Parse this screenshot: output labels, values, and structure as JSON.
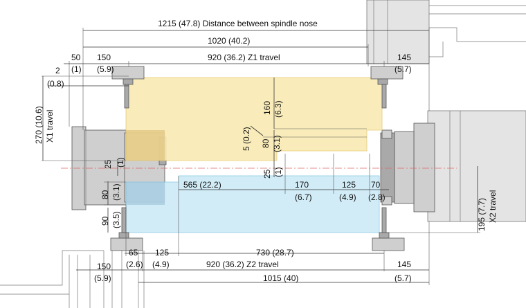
{
  "dimensions": {
    "spindle_nose_distance": "1215 (47.8) Distance between spindle nose",
    "d1020": "1020 (40.2)",
    "d50": "50",
    "d50_in": "(1)",
    "d150_top": "150",
    "d150_top_in": "(5.9)",
    "z1_travel": "920 (36.2) Z1 travel",
    "d145_top": "145",
    "d145_top_in": "(5.7)",
    "d2": "2",
    "d2_in": "(0.8)",
    "x1_travel_val": "270 (10.6)",
    "x1_travel_lbl": "X1 travel",
    "d160": "160",
    "d160_in": "(6.3)",
    "d5": "5 (0.2)",
    "d80_mid": "80",
    "d80_mid_in": "(3.1)",
    "d25_left": "25",
    "d25_left_in": "(1)",
    "d25_mid": "25",
    "d25_mid_in": "(1)",
    "d565": "565 (22.2)",
    "d170": "170",
    "d170_in": "(6.7)",
    "d125_r": "125",
    "d125_r_in": "(4.9)",
    "d70": "70",
    "d70_in": "(2.8)",
    "d80_left": "80",
    "d80_left_in": "(3.1)",
    "d90": "90",
    "d90_in": "(3.5)",
    "x2_travel_val": "195 (7.7)",
    "x2_travel_lbl": "X2 travel",
    "d65": "65",
    "d65_in": "(2.6)",
    "d125_b": "125",
    "d125_b_in": "(4.9)",
    "d730": "730 (28.7)",
    "z2_travel": "920 (36.2) Z2 travel",
    "d150_bot": "150",
    "d150_bot_in": "(5.9)",
    "d145_bot": "145",
    "d145_bot_in": "(5.7)",
    "d1015": "1015 (40)"
  },
  "colors": {
    "z1_area": "#f9ebb3",
    "z1_area_stroke": "#e2c66a",
    "z2_area": "#cdeaf6",
    "z2_area_stroke": "#7cc3e0",
    "centerline": "#e06a6a"
  }
}
